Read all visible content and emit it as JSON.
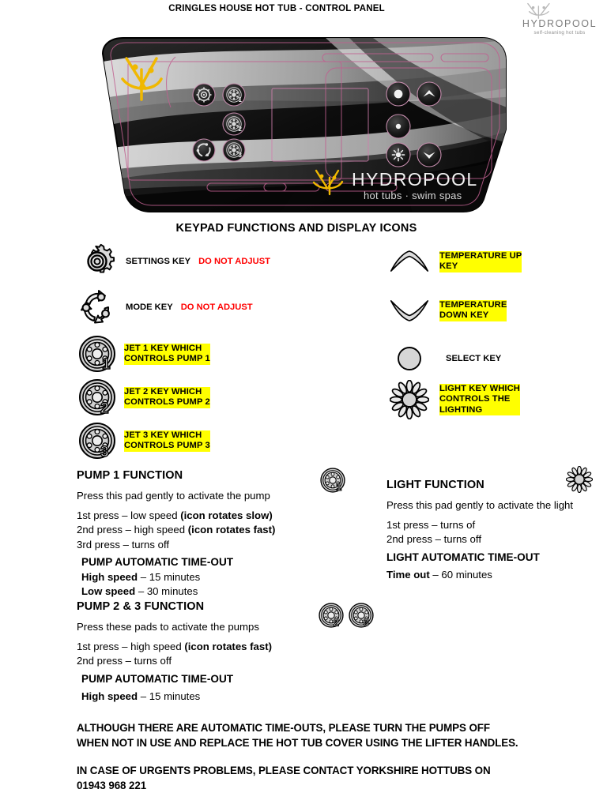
{
  "header": {
    "doc_title": "CRINGLES HOUSE HOT TUB - CONTROL PANEL",
    "brand_name": "HYDROPOOL",
    "brand_tagline": "self-cleaning hot tubs"
  },
  "panel": {
    "brand_name": "HYDROPOOL",
    "brand_tagline": "hot tubs · swim spas",
    "buttons": [
      {
        "name": "settings-key",
        "icon": "gear-icon"
      },
      {
        "name": "jet-1-key",
        "icon": "jet-icon",
        "number": "1"
      },
      {
        "name": "jet-2-key",
        "icon": "jet-icon",
        "number": "2"
      },
      {
        "name": "mode-key",
        "icon": "mode-cycle-icon"
      },
      {
        "name": "jet-3-key",
        "icon": "jet-icon",
        "number": "3"
      },
      {
        "name": "select-key-upper",
        "icon": "dot-icon"
      },
      {
        "name": "temperature-up-key",
        "icon": "chevron-up-icon"
      },
      {
        "name": "select-key-lower",
        "icon": "dot-icon"
      },
      {
        "name": "light-key",
        "icon": "flower-icon"
      },
      {
        "name": "temperature-down-key",
        "icon": "chevron-down-icon"
      }
    ]
  },
  "legend": {
    "title": "KEYPAD FUNCTIONS AND DISPLAY ICONS",
    "left_items": [
      {
        "icon": "gear-icon",
        "label": "SETTINGS KEY",
        "note": "DO NOT ADJUST",
        "highlight": false
      },
      {
        "icon": "mode-cycle-icon",
        "label": "MODE KEY",
        "note": "DO NOT ADJUST",
        "highlight": false
      },
      {
        "icon": "jet-icon-1",
        "label": "JET 1 KEY WHICH\nCONTROLS PUMP 1",
        "note": "",
        "highlight": true
      },
      {
        "icon": "jet-icon-2",
        "label": "JET 2 KEY WHICH\nCONTROLS PUMP 2",
        "note": "",
        "highlight": true
      },
      {
        "icon": "jet-icon-3",
        "label": "JET 3 KEY WHICH\nCONTROLS PUMP 3",
        "note": "",
        "highlight": true
      }
    ],
    "right_items": [
      {
        "icon": "chevron-up-icon",
        "label": "TEMPERATURE UP\nKEY",
        "highlight": true
      },
      {
        "icon": "chevron-down-icon",
        "label": "TEMPERATURE\nDOWN KEY",
        "highlight": true
      },
      {
        "icon": "circle-icon",
        "label": "SELECT KEY",
        "highlight": false
      },
      {
        "icon": "flower-icon",
        "label": "LIGHT KEY WHICH\nCONTROLS THE\nLIGHTING",
        "highlight": true
      }
    ]
  },
  "pump1": {
    "heading": "PUMP 1 FUNCTION",
    "intro": "Press this pad gently to activate the pump",
    "steps": [
      {
        "plain": "1st press – low speed ",
        "bold": "(icon rotates slow)"
      },
      {
        "plain": "2nd press – high speed ",
        "bold": "(icon rotates fast)"
      },
      {
        "plain": "3rd press – turns off",
        "bold": ""
      }
    ],
    "timeout_heading": "PUMP AUTOMATIC TIME-OUT",
    "timeouts": [
      {
        "bold": "High speed",
        "plain": " – 15 minutes"
      },
      {
        "bold": "Low speed",
        "plain": " – 30 minutes"
      }
    ]
  },
  "pump23": {
    "heading": "PUMP 2 & 3 FUNCTION",
    "intro": "Press these pads to activate the pumps",
    "steps": [
      {
        "plain": "1st press – high speed ",
        "bold": "(icon rotates fast)"
      },
      {
        "plain": "2nd press – turns off",
        "bold": ""
      }
    ],
    "timeout_heading": "PUMP AUTOMATIC TIME-OUT",
    "timeouts": [
      {
        "bold": "High speed",
        "plain": " – 15 minutes"
      }
    ]
  },
  "light": {
    "heading": "LIGHT FUNCTION",
    "intro": "Press this pad gently to activate the light",
    "steps": [
      {
        "plain": "1st press – turns of",
        "bold": ""
      },
      {
        "plain": "2nd press – turns off",
        "bold": ""
      }
    ],
    "timeout_heading": "LIGHT AUTOMATIC TIME-OUT",
    "timeouts": [
      {
        "bold": "Time out",
        "plain": "  – 60 minutes"
      }
    ]
  },
  "footer": {
    "line1": "ALTHOUGH THERE ARE AUTOMATIC TIME-OUTS, PLEASE TURN THE PUMPS OFF",
    "line2": "WHEN NOT IN USE AND REPLACE THE HOT TUB COVER USING THE LIFTER HANDLES.",
    "line3": "IN CASE OF URGENTS PROBLEMS, PLEASE CONTACT YORKSHIRE HOTTUBS ON",
    "line4": "01943 968 221"
  },
  "colors": {
    "highlight": "#ffff00",
    "warning": "#ff0000",
    "panel_accent": "#c06090",
    "logo_gold": "#f0b800",
    "brand_grey": "#7c7c7c"
  }
}
